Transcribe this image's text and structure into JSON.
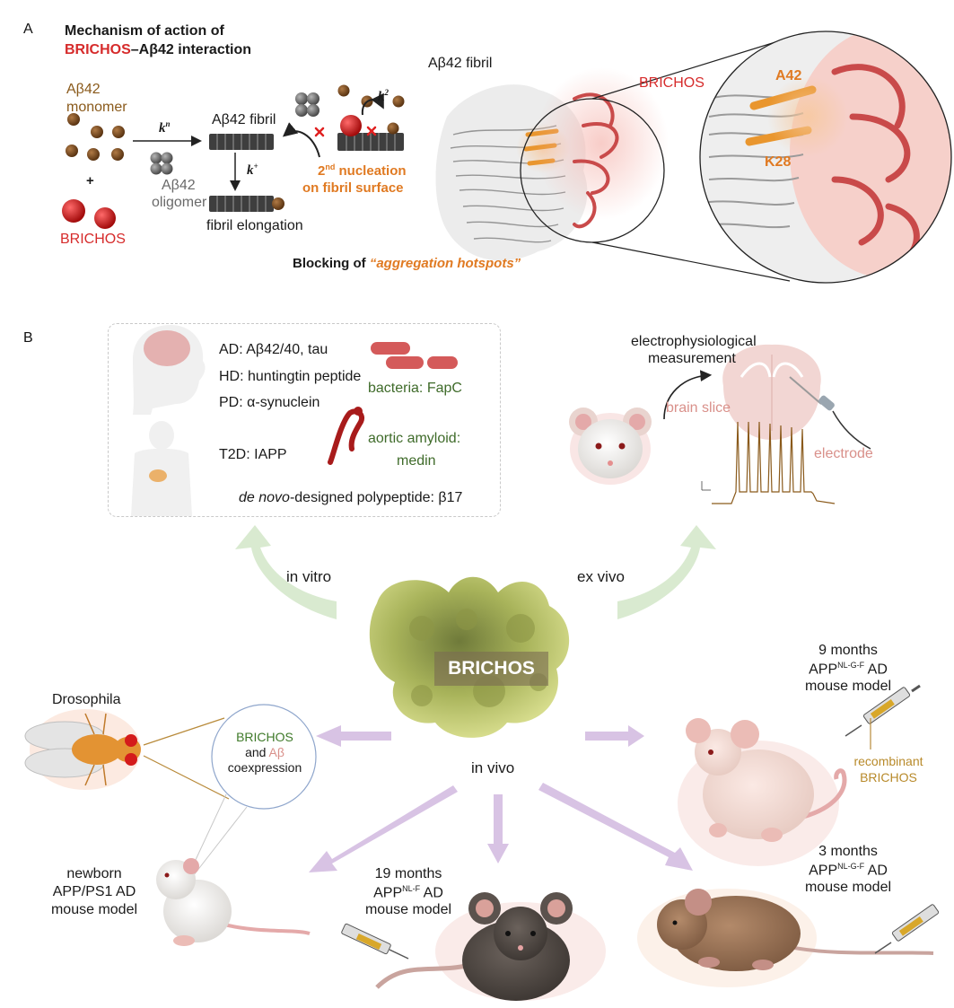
{
  "panelA": {
    "letter": "A",
    "title_line1": "Mechanism of action of",
    "title_brichos": "BRICHOS",
    "title_rest": "–Aβ42 interaction",
    "monomer_line1": "Aβ42",
    "monomer_line2": "monomer",
    "plus": "+",
    "brichos_label": "BRICHOS",
    "kn": "k",
    "kn_sub": "n",
    "oligomer_line1": "Aβ42",
    "oligomer_line2": "oligomer",
    "fibril_label": "Aβ42 fibril",
    "kplus": "k",
    "kplus_sub": "+",
    "elongation": "fibril elongation",
    "k2": "k",
    "k2_sub": "2",
    "nucleation_pre": "2",
    "nucleation_sup": "nd",
    "nucleation_line1": " nucleation",
    "nucleation_line2": "on fibril surface",
    "structure_fibril": "Aβ42 fibril",
    "structure_brichos": "BRICHOS",
    "zoom_a42": "A42",
    "zoom_k28": "K28",
    "blocking_prefix": "Blocking of ",
    "blocking_hot": "“aggregation hotspots”"
  },
  "panelB": {
    "letter": "B",
    "ad": "AD: Aβ42/40, tau",
    "hd": "HD: huntingtin peptide",
    "pd": "PD: α-synuclein",
    "t2d": "T2D: IAPP",
    "bacteria": "bacteria: FapC",
    "aortic_line1": "aortic amyloid:",
    "aortic_line2": "medin",
    "denovo_italic": "de novo",
    "denovo_rest": "-designed polypeptide: β17",
    "electro_line1": "electrophysiological",
    "electro_line2": "measurement",
    "brain_slice": "brain slice",
    "electrode": "electrode",
    "in_vitro": "in vitro",
    "ex_vivo": "ex vivo",
    "in_vivo": "in vivo",
    "center": "BRICHOS",
    "drosophila": "Drosophila",
    "coexp_brichos": "BRICHOS",
    "coexp_and": "and ",
    "coexp_ab": "Aβ",
    "coexp_line3": "coexpression",
    "m9_line1": "9 months",
    "m9_app": "APP",
    "m9_sup": "NL-G-F",
    "m9_ad": " AD",
    "m9_line3": "mouse model",
    "recomb_line1": "recombinant",
    "recomb_line2": "BRICHOS",
    "newborn_line1": "newborn",
    "newborn_line2": "APP/PS1 AD",
    "newborn_line3": "mouse model",
    "m19_line1": "19 months",
    "m19_app": "APP",
    "m19_sup": "NL-F",
    "m19_ad": " AD",
    "m19_line3": "mouse model",
    "m3_line1": "3 months",
    "m3_app": "APP",
    "m3_sup": "NL-G-F",
    "m3_ad": " AD",
    "m3_line3": "mouse model"
  },
  "colors": {
    "brichos_red": "#d62b2b",
    "orange": "#e07a22",
    "monomer_brown": "#7a4a1e",
    "green_text": "#3f6b2a",
    "arrow_green": "#cfe5c4",
    "arrow_purple": "#d8c3e4"
  }
}
